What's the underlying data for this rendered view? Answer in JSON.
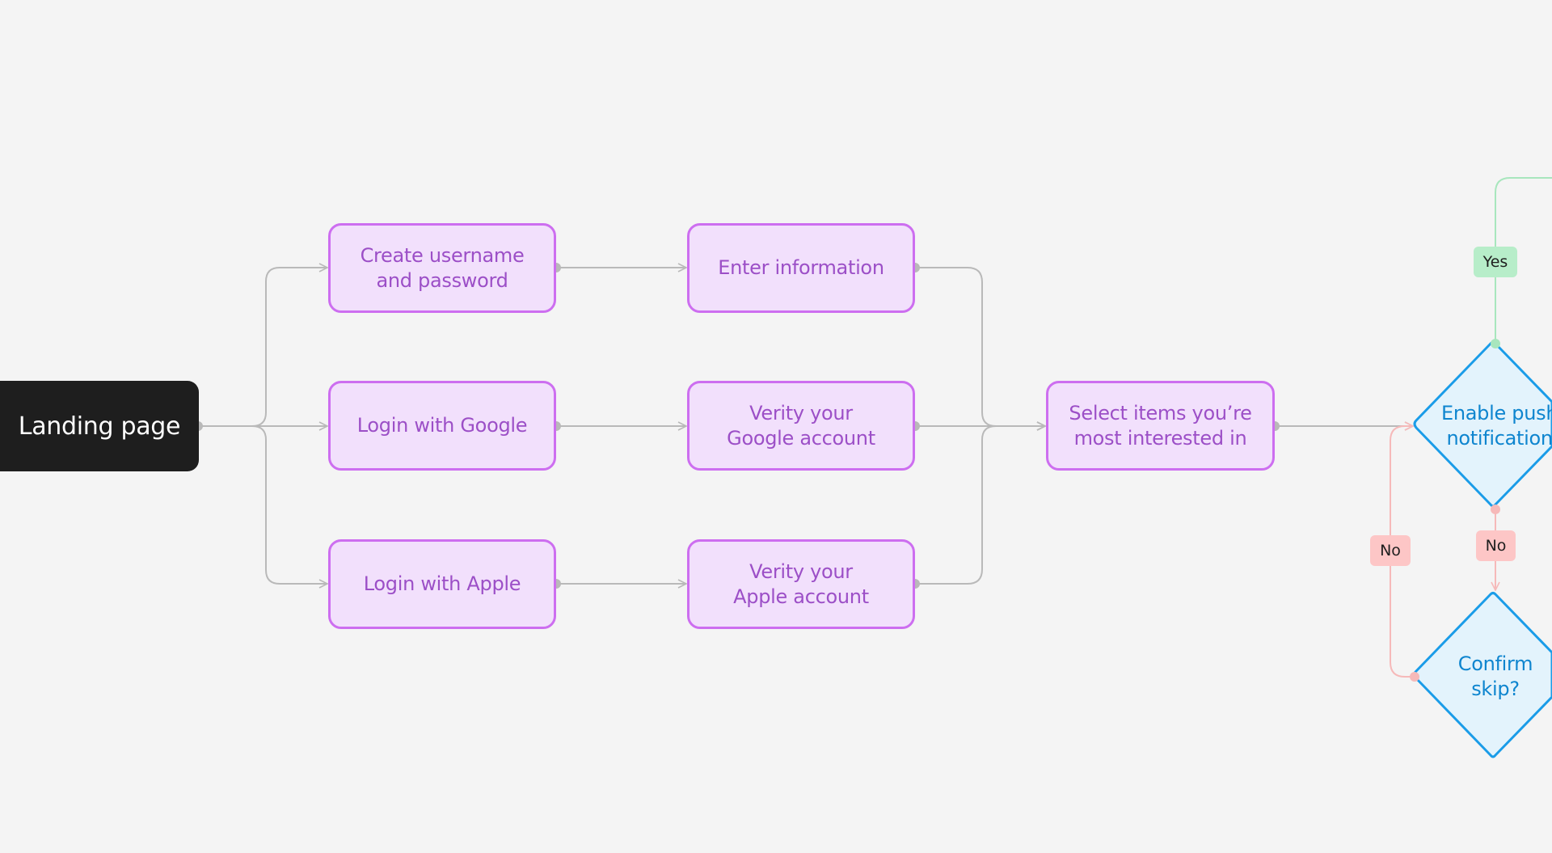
{
  "nodes": {
    "landing": "Landing page",
    "create_username": "Create username\nand password",
    "login_google": "Login with Google",
    "login_apple": "Login with Apple",
    "enter_info": "Enter information",
    "verify_google": "Verity your\nGoogle account",
    "verify_apple": "Verity your\nApple account",
    "select_items": "Select items you’re\nmost interested in",
    "enable_push": "Enable push\nnotification",
    "confirm_skip": "Confirm\nskip?"
  },
  "edge_labels": {
    "yes": "Yes",
    "no_push": "No",
    "no_confirm": "No"
  },
  "colors": {
    "background": "#f4f4f4",
    "dark_node": "#1e1e1e",
    "process_fill": "#f2e0fc",
    "process_border": "#cd6ef0",
    "process_text": "#9c4fc7",
    "decision_fill": "#e3f3fc",
    "decision_border": "#1a9ce8",
    "decision_text": "#0e85cf",
    "connector": "#b9b9b9",
    "yes_line": "#a8e6bd",
    "yes_tag": "#b7edc9",
    "no_line": "#f6b9b9",
    "no_tag": "#fdc6c6"
  }
}
